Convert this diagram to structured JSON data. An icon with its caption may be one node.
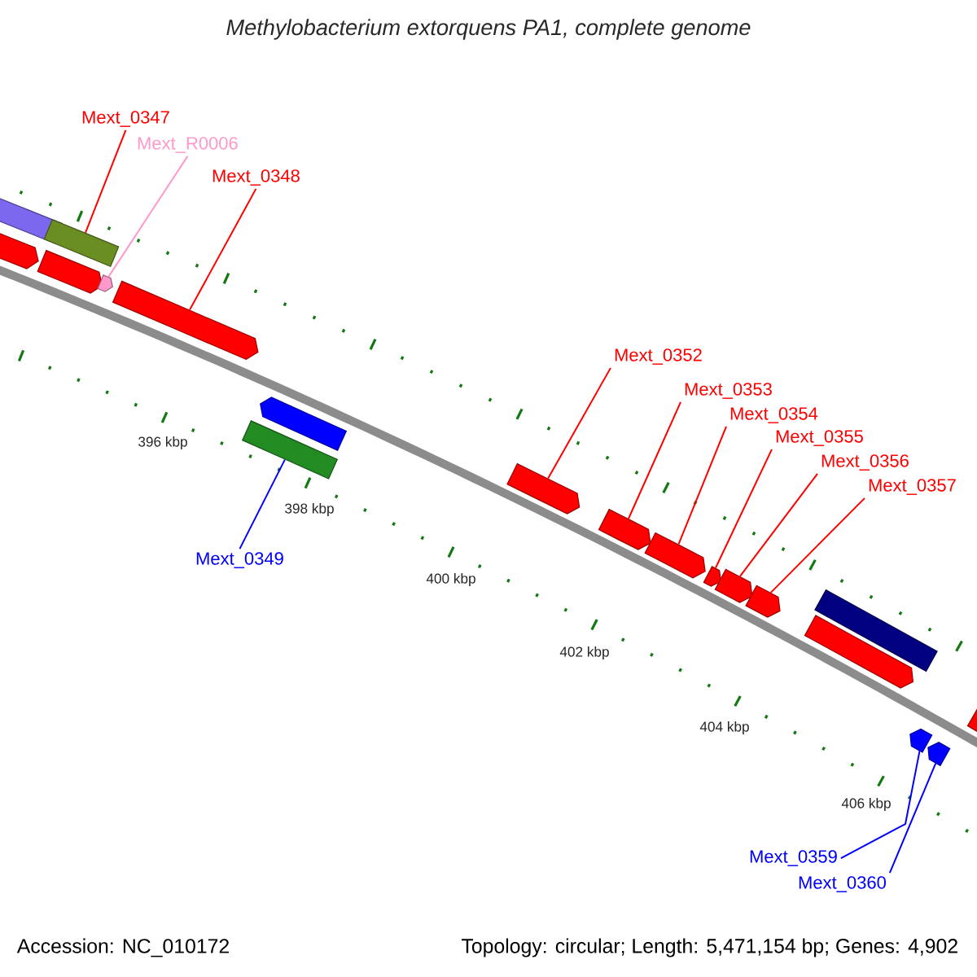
{
  "diagram": {
    "title": "Methylobacterium extorquens PA1, complete genome",
    "nodes": [
      {
        "text": [
          "Mext_0347"
        ]
      },
      {
        "text": [
          "Mext_R0006"
        ]
      },
      {
        "text": [
          "Mext_0348"
        ]
      },
      {
        "text": [
          "Mext_0349"
        ]
      },
      {
        "text": [
          "Mext_0352"
        ]
      },
      {
        "text": [
          "Mext_0353"
        ]
      },
      {
        "text": [
          "Mext_0354"
        ]
      },
      {
        "text": [
          "Mext_0355"
        ]
      },
      {
        "text": [
          "Mext_0356"
        ]
      },
      {
        "text": [
          "Mext_0357"
        ]
      },
      {
        "text": [
          "Mext_0359"
        ]
      },
      {
        "text": [
          "Mext_0360"
        ]
      },
      {
        "text": [],
        "shape": "arrow"
      },
      {
        "text": [],
        "shape": "arrow"
      },
      {
        "text": [],
        "shape": "arrow"
      },
      {
        "text": [],
        "shape": "arrow"
      },
      {
        "text": [],
        "shape": "arrow"
      },
      {
        "text": [],
        "shape": "arrow"
      },
      {
        "text": [],
        "shape": "arrow"
      },
      {
        "text": [],
        "shape": "arrow"
      },
      {
        "text": [],
        "shape": "arrow"
      },
      {
        "text": [],
        "shape": "arrow"
      },
      {
        "text": [],
        "shape": "arrow"
      },
      {
        "text": [],
        "shape": "arrow"
      },
      {
        "text": [],
        "shape": "arrow"
      },
      {
        "text": [],
        "shape": "arrow"
      },
      {
        "text": [],
        "shape": "arrow"
      },
      {
        "text": [],
        "shape": "arrow"
      },
      {
        "text": [],
        "shape": "arrow"
      },
      {
        "text": [],
        "shape": "arrow"
      },
      {
        "text": [],
        "shape": "arrow"
      }
    ],
    "edges": [
      {
        "from": 0,
        "to": 15,
        "arrow": "none"
      },
      {
        "from": 1,
        "to": 16,
        "arrow": "none",
        "color": "#ff99cc"
      },
      {
        "from": 2,
        "to": 17,
        "arrow": "none"
      },
      {
        "from": 3,
        "to": 18,
        "arrow": "none",
        "color": "#0000ff"
      },
      {
        "from": 4,
        "to": 20,
        "arrow": "none"
      },
      {
        "from": 5,
        "to": 21,
        "arrow": "none"
      },
      {
        "from": 6,
        "to": 22,
        "arrow": "none"
      },
      {
        "from": 7,
        "to": 23,
        "arrow": "none"
      },
      {
        "from": 8,
        "to": 24,
        "arrow": "none"
      },
      {
        "from": 9,
        "to": 25,
        "arrow": "none"
      },
      {
        "from": 10,
        "to": 28,
        "arrow": "none",
        "color": "#0000ff"
      },
      {
        "from": 11,
        "to": 29,
        "arrow": "none",
        "color": "#0000ff"
      }
    ],
    "labels": [
      "396 kbp",
      "398 kbp",
      "400 kbp",
      "402 kbp",
      "404 kbp",
      "406 kbp",
      "Accession: NC_010172",
      "Topology: circular; Length: 5,471,154 bp; Genes: 4,902"
    ]
  }
}
